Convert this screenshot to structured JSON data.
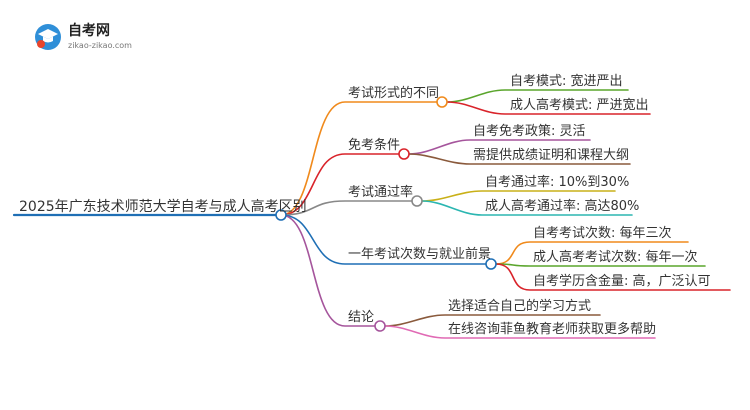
{
  "logo": {
    "title": "自考网",
    "subtitle": "zikao-zikao.com"
  },
  "root": {
    "label": "2025年广东技术师范大学自考与成人高考区别"
  },
  "branches": [
    {
      "label": "考试形式的不同",
      "color": "#f08a1c",
      "children": [
        {
          "label": "自考模式: 宽进严出",
          "color": "#5aa52c"
        },
        {
          "label": "成人高考模式: 严进宽出",
          "color": "#d9232a"
        }
      ]
    },
    {
      "label": "免考条件",
      "color": "#d9232a",
      "children": [
        {
          "label": "自考免考政策: 灵活",
          "color": "#a5559c"
        },
        {
          "label": "需提供成绩证明和课程大纲",
          "color": "#8a5a3c"
        }
      ]
    },
    {
      "label": "考试通过率",
      "color": "#888888",
      "children": [
        {
          "label": "自考通过率: 10%到30%",
          "color": "#c9b018"
        },
        {
          "label": "成人高考通过率: 高达80%",
          "color": "#2bb6b1"
        }
      ]
    },
    {
      "label": "一年考试次数与就业前景",
      "color": "#1f6fb5",
      "children": [
        {
          "label": "自考考试次数: 每年三次",
          "color": "#f08a1c"
        },
        {
          "label": "成人高考考试次数: 每年一次",
          "color": "#5aa52c"
        },
        {
          "label": "自考学历含金量: 高，广泛认可",
          "color": "#d9232a"
        }
      ]
    },
    {
      "label": "结论",
      "color": "#a5559c",
      "children": [
        {
          "label": "选择适合自己的学习方式",
          "color": "#8a5a3c"
        },
        {
          "label": "在线咨询菲鱼教育老师获取更多帮助",
          "color": "#e06ab4"
        }
      ]
    }
  ]
}
